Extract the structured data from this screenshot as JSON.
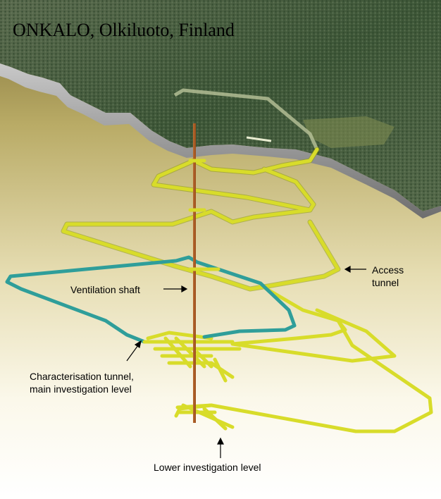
{
  "title": "ONKALO, Olkiluoto, Finland",
  "labels": {
    "access_tunnel_line1": "Access",
    "access_tunnel_line2": "tunnel",
    "ventilation_shaft": "Ventilation shaft",
    "characterisation_line1": "Characterisation tunnel,",
    "characterisation_line2": "main investigation level",
    "lower_level": "Lower investigation level"
  },
  "colors": {
    "forest": "#3f5a38",
    "rock_edge": "#8a8a8a",
    "ground_top": "#8a7a3c",
    "ground_bottom": "#ffffff",
    "tunnel": "#d8dc2a",
    "tunnel_dark": "#8f9a12",
    "characterisation_tunnel": "#2f9e9a",
    "shaft": "#a0521e"
  }
}
